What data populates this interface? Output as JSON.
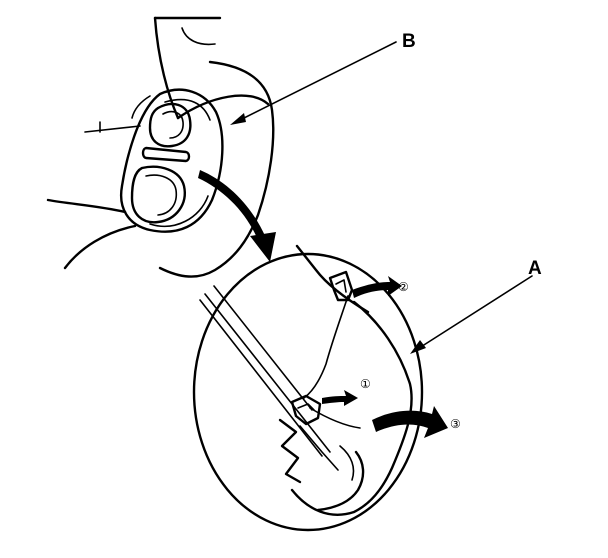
{
  "callouts": {
    "part_b": "B",
    "part_a": "A"
  },
  "steps": [
    "①",
    "②",
    "③"
  ]
}
